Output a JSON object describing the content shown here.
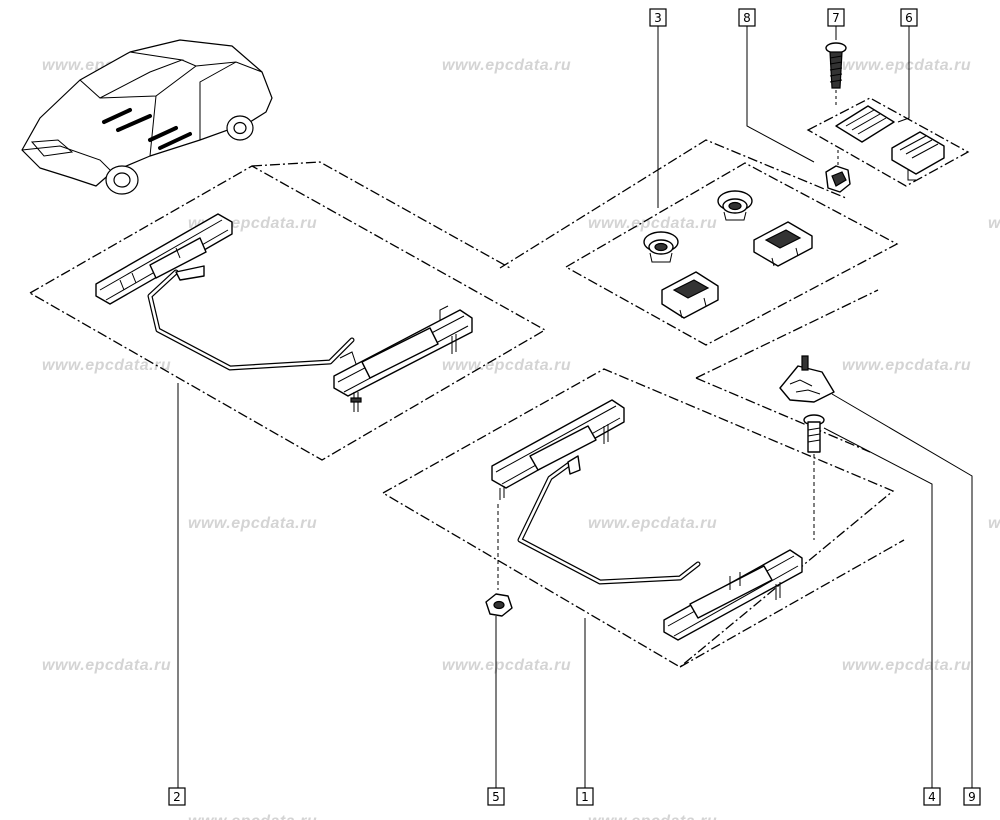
{
  "watermark": "www.epcdata.ru",
  "callouts": [
    {
      "id": "c1",
      "label": "1"
    },
    {
      "id": "c2",
      "label": "2"
    },
    {
      "id": "c3",
      "label": "3"
    },
    {
      "id": "c4",
      "label": "4"
    },
    {
      "id": "c5",
      "label": "5"
    },
    {
      "id": "c6",
      "label": "6"
    },
    {
      "id": "c7",
      "label": "7"
    },
    {
      "id": "c8",
      "label": "8"
    },
    {
      "id": "c9",
      "label": "9"
    }
  ],
  "colors": {
    "line": "#000000",
    "watermark": "#d4d4d4",
    "background": "#ffffff"
  }
}
